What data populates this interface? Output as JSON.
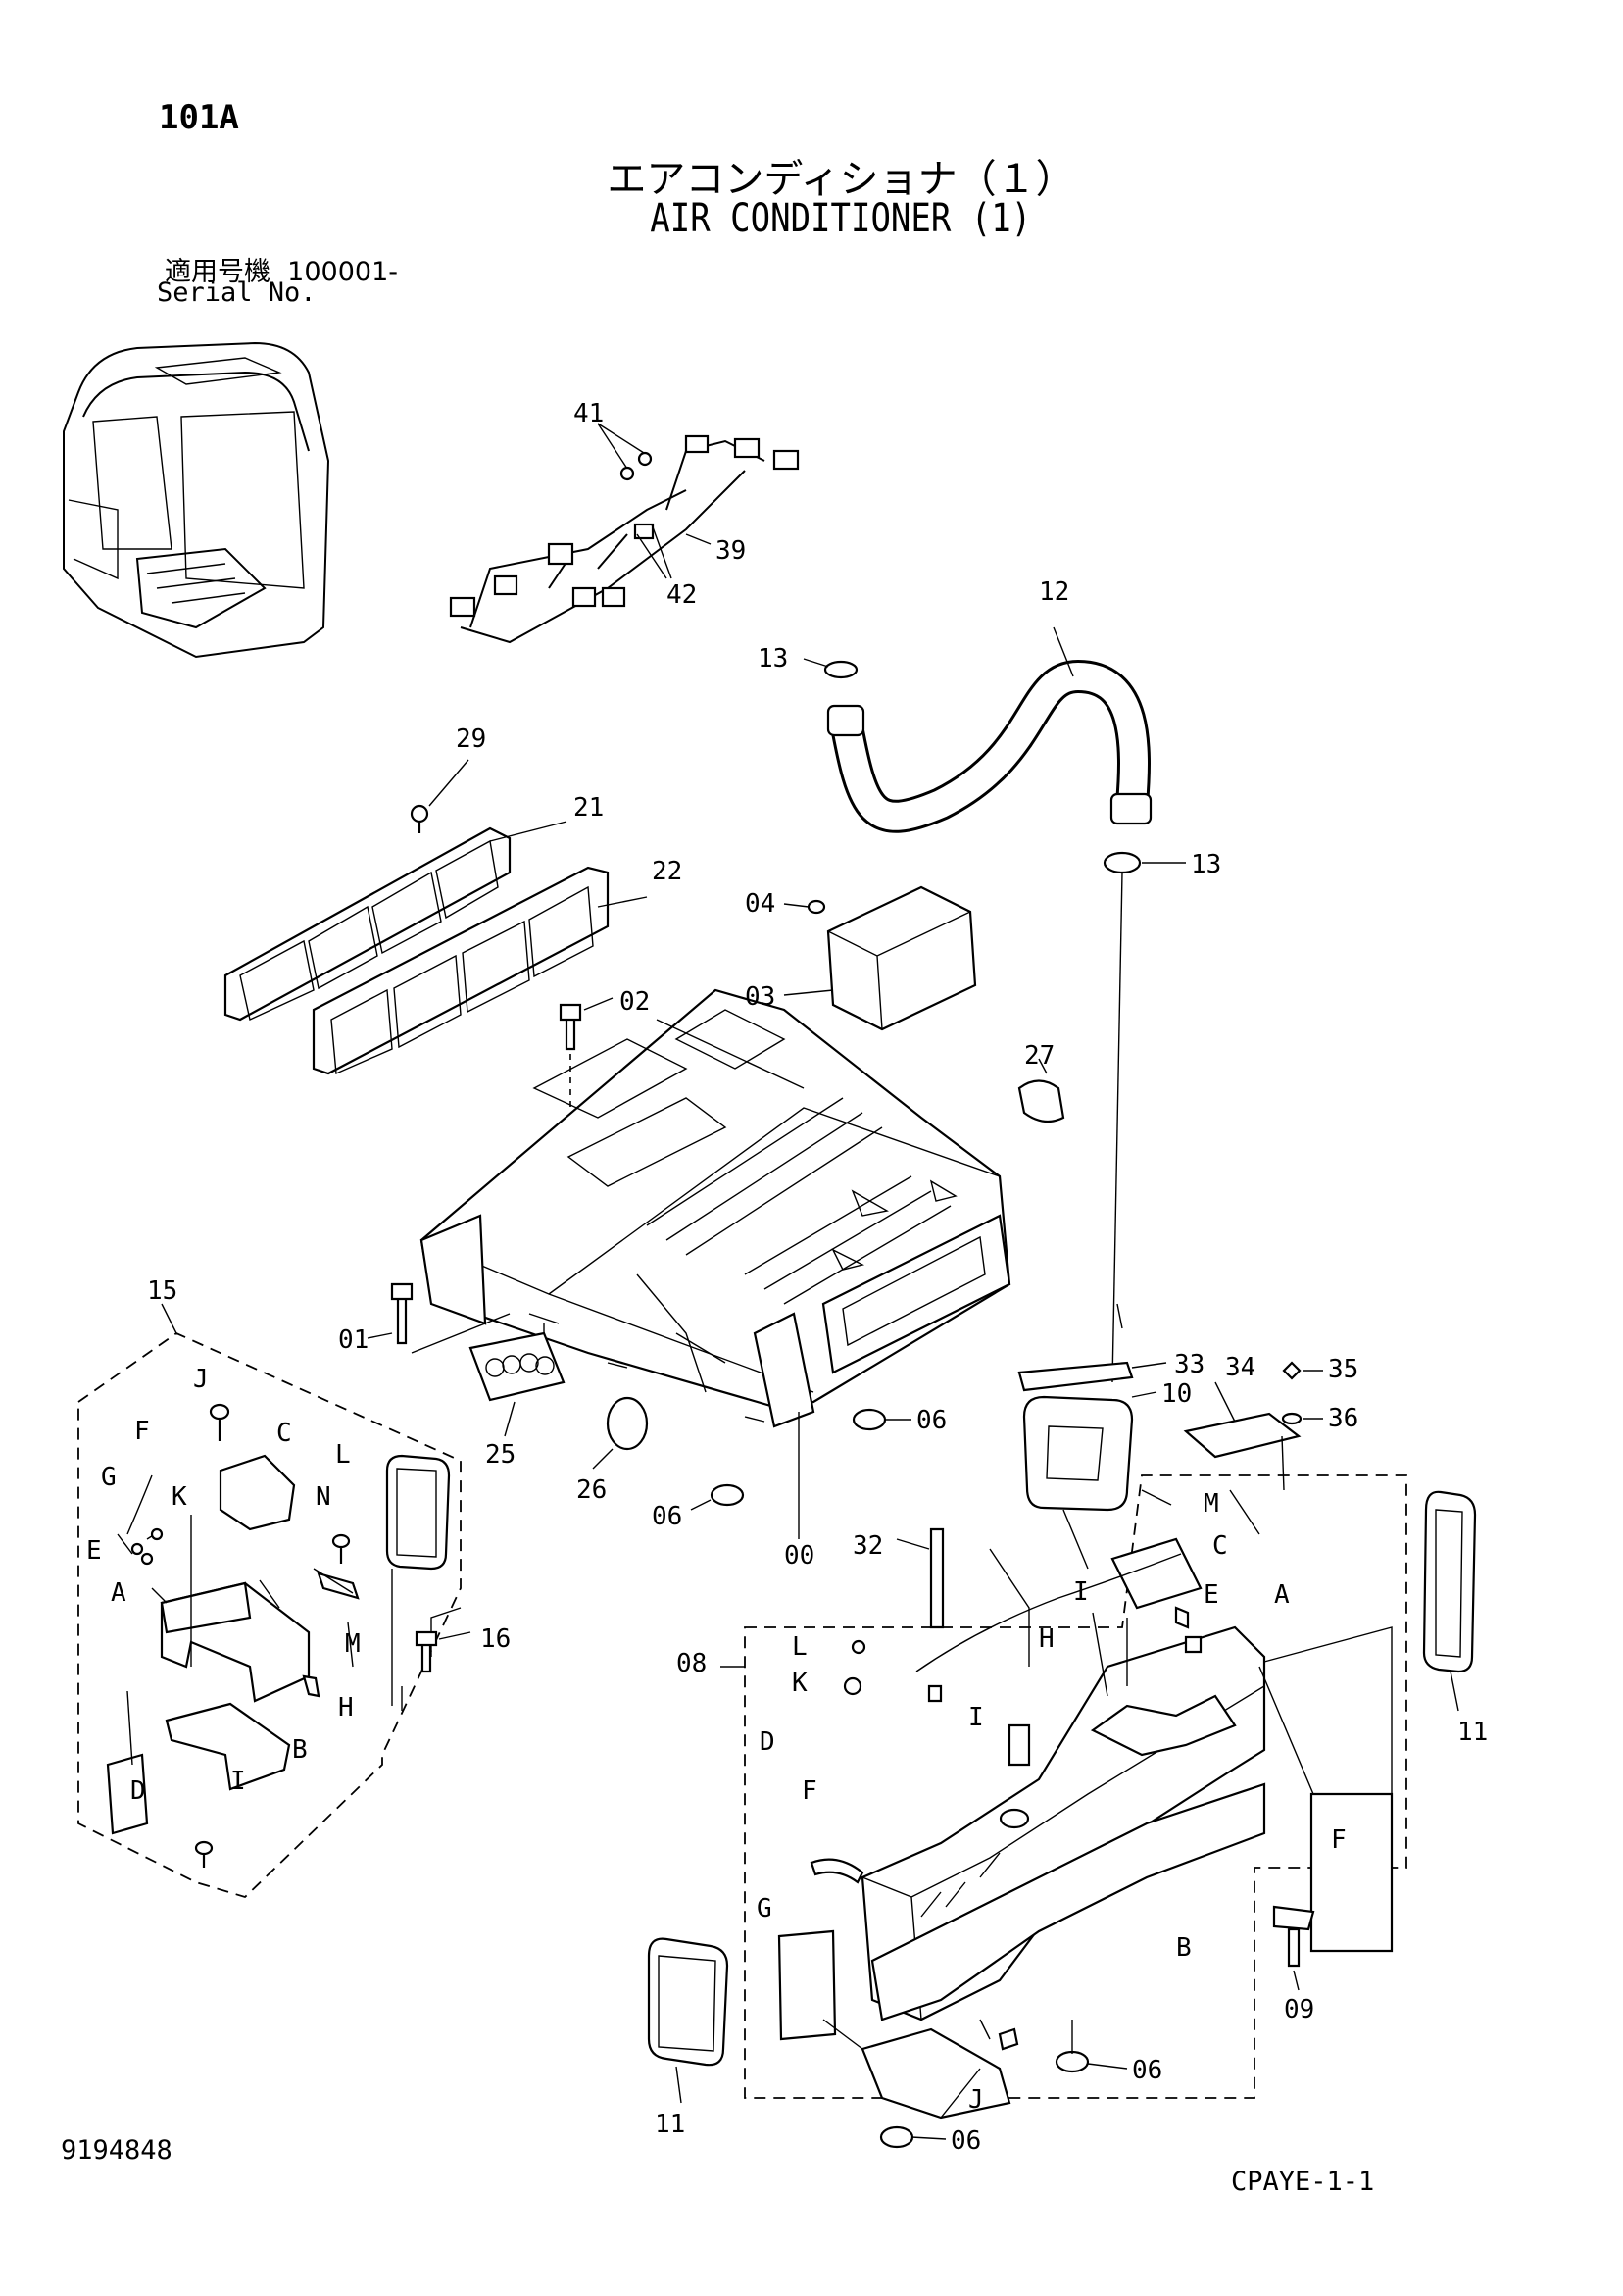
{
  "header": {
    "page_code": "101A",
    "title_jp": "エアコンディショナ（１）",
    "title_en": "AIR CONDITIONER (1)",
    "serial_label_jp": "適用号機",
    "serial_value": "100001-",
    "serial_label_en": "Serial No."
  },
  "footer": {
    "drawing_id": "9194848",
    "sheet_code": "CPAYE-1-1"
  },
  "callouts": {
    "p41": "41",
    "p39": "39",
    "p42": "42",
    "p12": "12",
    "p13a": "13",
    "p13b": "13",
    "p29": "29",
    "p21": "21",
    "p22": "22",
    "p04": "04",
    "p03": "03",
    "p02": "02",
    "p27": "27",
    "p15": "15",
    "p01": "01",
    "p25": "25",
    "p26": "26",
    "p06a": "06",
    "p06b": "06",
    "p06c": "06",
    "p06d": "06",
    "p00": "00",
    "p33": "33",
    "p34": "34",
    "p35": "35",
    "p36": "36",
    "p10": "10",
    "p32": "32",
    "p08": "08",
    "p11a": "11",
    "p11b": "11",
    "p09": "09",
    "p16": "16",
    "left_J": "J",
    "left_F": "F",
    "left_C": "C",
    "left_G": "G",
    "left_K": "K",
    "left_L": "L",
    "left_N": "N",
    "left_E": "E",
    "left_A": "A",
    "left_M": "M",
    "left_H": "H",
    "left_B": "B",
    "left_D": "D",
    "left_I": "I",
    "right_M": "M",
    "right_C": "C",
    "right_I1": "I",
    "right_E": "E",
    "right_A": "A",
    "right_H": "H",
    "right_L": "L",
    "right_K": "K",
    "right_I2": "I",
    "right_D": "D",
    "right_F1": "F",
    "right_F2": "F",
    "right_G": "G",
    "right_B": "B",
    "right_J": "J"
  }
}
